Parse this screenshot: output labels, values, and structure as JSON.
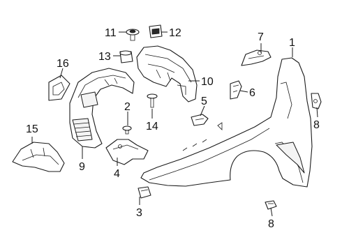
{
  "callouts": {
    "c1": "1",
    "c2": "2",
    "c3": "3",
    "c4": "4",
    "c5": "5",
    "c6": "6",
    "c7": "7",
    "c8a": "8",
    "c8b": "8",
    "c9": "9",
    "c10": "10",
    "c11": "11",
    "c12": "12",
    "c13": "13",
    "c14": "14",
    "c15": "15",
    "c16": "16"
  }
}
